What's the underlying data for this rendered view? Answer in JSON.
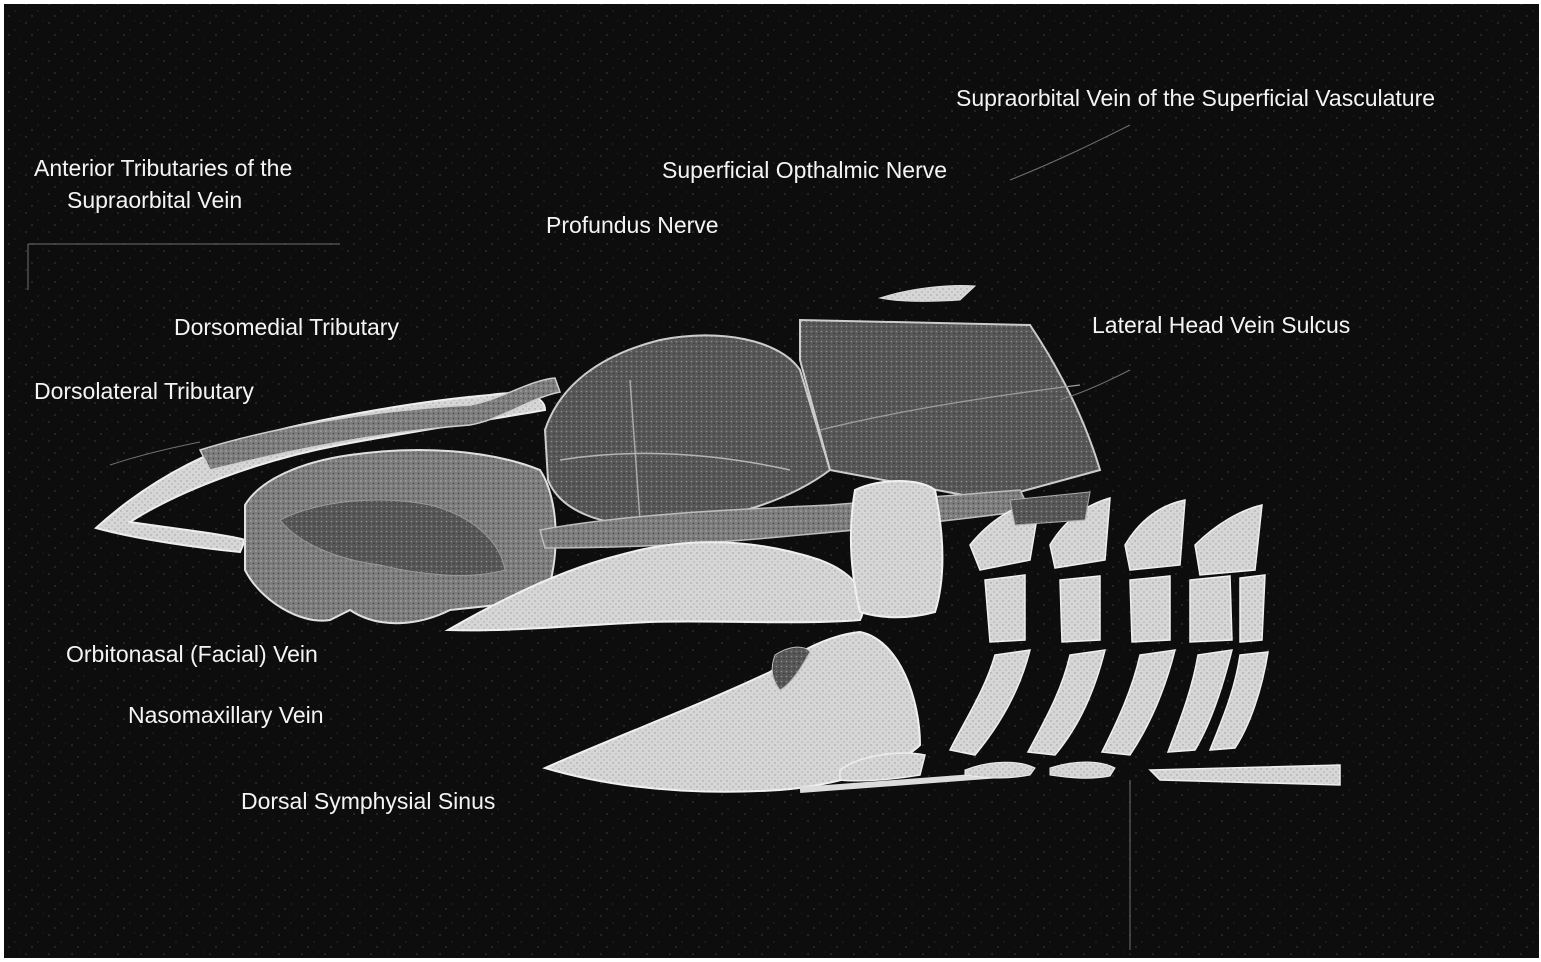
{
  "labels": {
    "supraorbital_superficial": "Supraorbital Vein of the Superficial Vasculature",
    "anterior_tributaries_line1": "Anterior Tributaries of the",
    "anterior_tributaries_line2": "Supraorbital Vein",
    "superficial_opthalmic": "Superficial Opthalmic Nerve",
    "profundus": "Profundus Nerve",
    "dorsomedial": "Dorsomedial Tributary",
    "lateral_head_vein": "Lateral Head Vein Sulcus",
    "dorsolateral": "Dorsolateral Tributary",
    "orbitonasal": "Orbitonasal (Facial) Vein",
    "nasomaxillary": "Nasomaxillary Vein",
    "dorsal_symphysial": "Dorsal Symphysial Sinus"
  },
  "colors": {
    "background": "#0d0d0d",
    "label_text": "#f4f4f4",
    "cartilage_light": "#d9d9d9",
    "cartilage_mid": "#8a8a8a",
    "cartilage_dark": "#5a5a5a",
    "vessel_outline": "#bdbdbd"
  }
}
